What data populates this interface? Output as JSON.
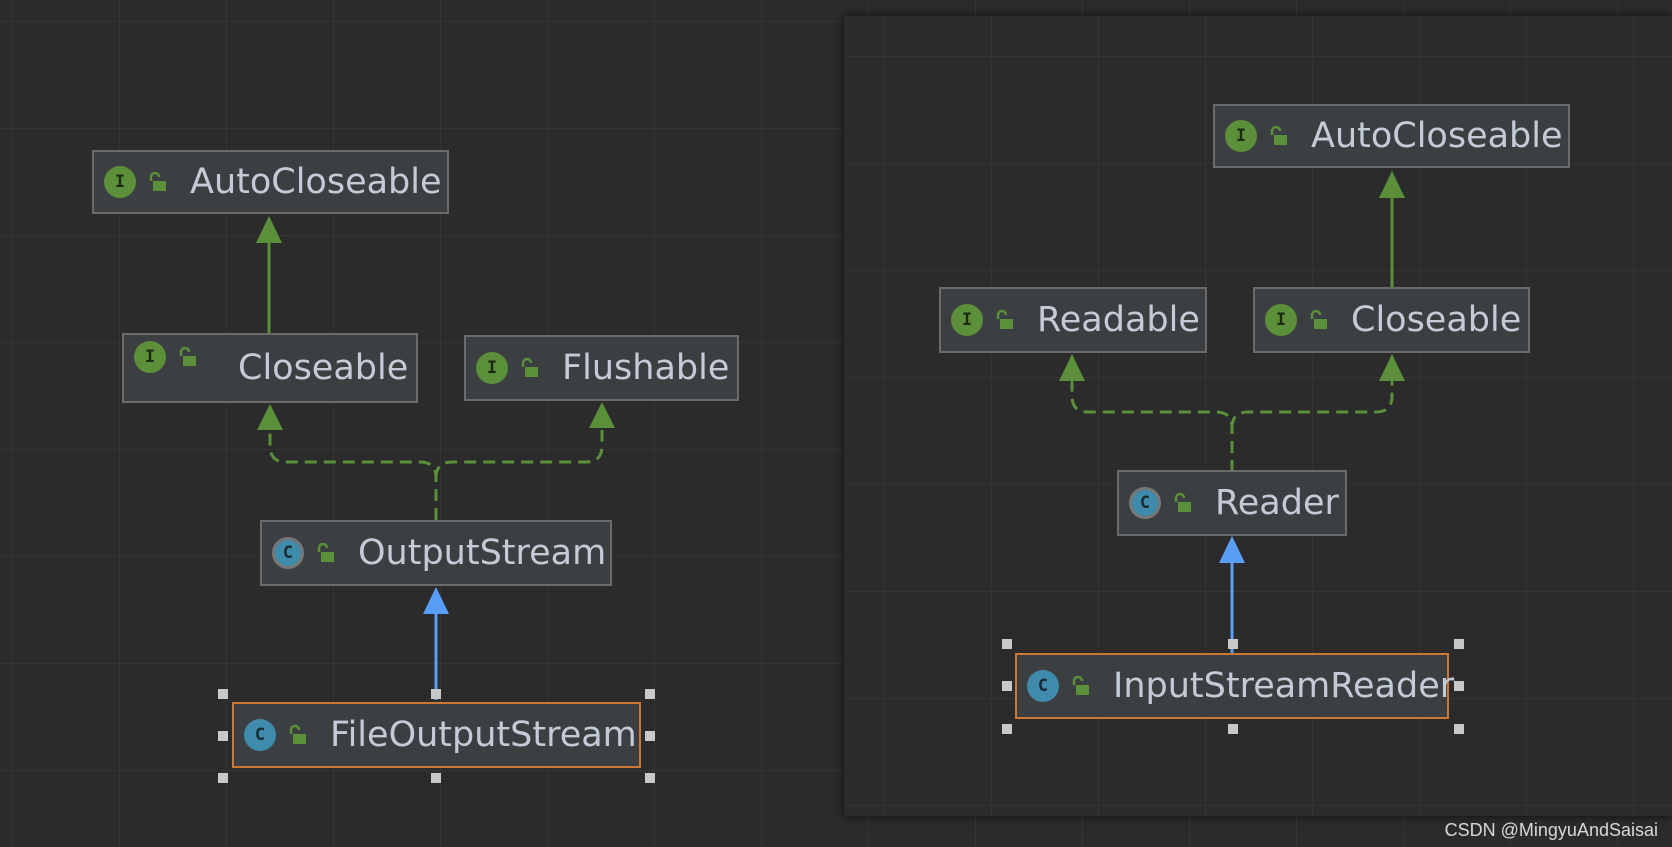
{
  "left_diagram": {
    "nodes": [
      {
        "id": "autocloseable",
        "label": "AutoCloseable",
        "badge": "I",
        "kind": "interface"
      },
      {
        "id": "closeable",
        "label": "Closeable",
        "badge": "I",
        "kind": "interface"
      },
      {
        "id": "flushable",
        "label": "Flushable",
        "badge": "I",
        "kind": "interface"
      },
      {
        "id": "outputstream",
        "label": "OutputStream",
        "badge": "C",
        "kind": "abstract-class"
      },
      {
        "id": "fileoutputstream",
        "label": "FileOutputStream",
        "badge": "C",
        "kind": "class",
        "selected": true
      }
    ]
  },
  "right_diagram": {
    "nodes": [
      {
        "id": "autocloseable",
        "label": "AutoCloseable",
        "badge": "I",
        "kind": "interface"
      },
      {
        "id": "readable",
        "label": "Readable",
        "badge": "I",
        "kind": "interface"
      },
      {
        "id": "closeable",
        "label": "Closeable",
        "badge": "I",
        "kind": "interface"
      },
      {
        "id": "reader",
        "label": "Reader",
        "badge": "C",
        "kind": "abstract-class"
      },
      {
        "id": "inputstreamreader",
        "label": "InputStreamReader",
        "badge": "C",
        "kind": "class",
        "selected": true
      }
    ]
  },
  "watermark": "CSDN @MingyuAndSaisai",
  "colors": {
    "interface_badge": "#5b8f3a",
    "class_badge": "#3f8bab",
    "extends_arrow": "#5b8f3a",
    "implements_dashed": "#5b8f3a",
    "class_extends_arrow": "#589df6",
    "selection_border": "#cc7832"
  }
}
